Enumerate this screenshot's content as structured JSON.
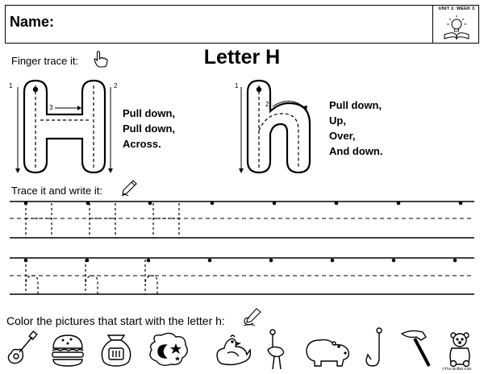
{
  "header": {
    "name_label": "Name:",
    "unit_label": "UNIT 1: WEEK 3",
    "unit_icon": "lightbulb-book-icon"
  },
  "finger_trace": {
    "label": "Finger trace it:",
    "icon": "pointing-hand-icon"
  },
  "title": "Letter H",
  "uppercase": {
    "letter": "H",
    "stroke_numbers": [
      "1",
      "2",
      "3"
    ],
    "steps": [
      "Pull down,",
      "Pull down,",
      "Across."
    ]
  },
  "lowercase": {
    "letter": "h",
    "stroke_numbers": [
      "1",
      "2"
    ],
    "steps": [
      "Pull down,",
      "Up,",
      "Over,",
      "And down."
    ]
  },
  "trace_write": {
    "label": "Trace it and write it:",
    "icon": "pencil-icon",
    "uppercase_traces": 3,
    "uppercase_dots": 8,
    "lowercase_traces": 3,
    "lowercase_dots": 8
  },
  "color_pictures": {
    "label": "Color the pictures that start with the letter h:",
    "icon": "crayon-hand-icon",
    "pictures": [
      "guitar-icon",
      "hamburger-icon",
      "money-bag-icon",
      "moon-stars-pillow-icon",
      "hen-icon",
      "ostrich-icon",
      "hippo-icon",
      "hook-icon",
      "hammer-icon",
      "teddy-bear-icon"
    ]
  },
  "footer": {
    "credit": "©The Moffatt Girls"
  }
}
